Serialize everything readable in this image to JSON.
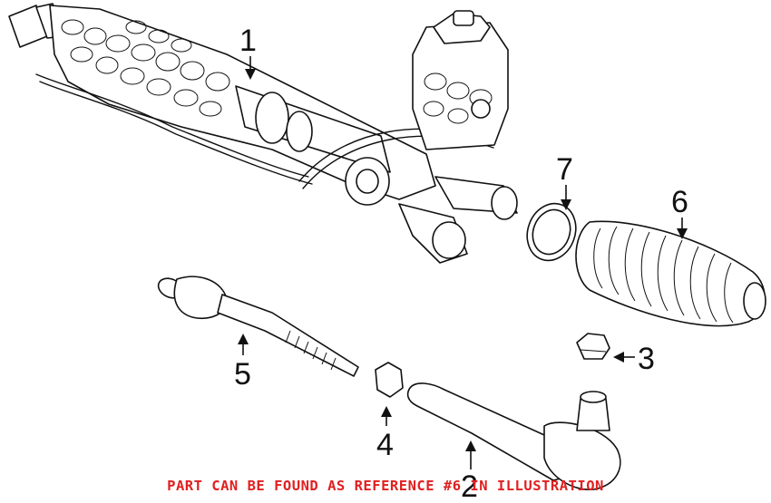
{
  "callouts": [
    {
      "id": "1",
      "label": "1"
    },
    {
      "id": "2",
      "label": "2"
    },
    {
      "id": "3",
      "label": "3"
    },
    {
      "id": "4",
      "label": "4"
    },
    {
      "id": "5",
      "label": "5"
    },
    {
      "id": "6",
      "label": "6"
    },
    {
      "id": "7",
      "label": "7"
    }
  ],
  "notice": {
    "text": "PART CAN BE FOUND AS REFERENCE #6 IN ILLUSTRATION",
    "color": "#e02020"
  }
}
